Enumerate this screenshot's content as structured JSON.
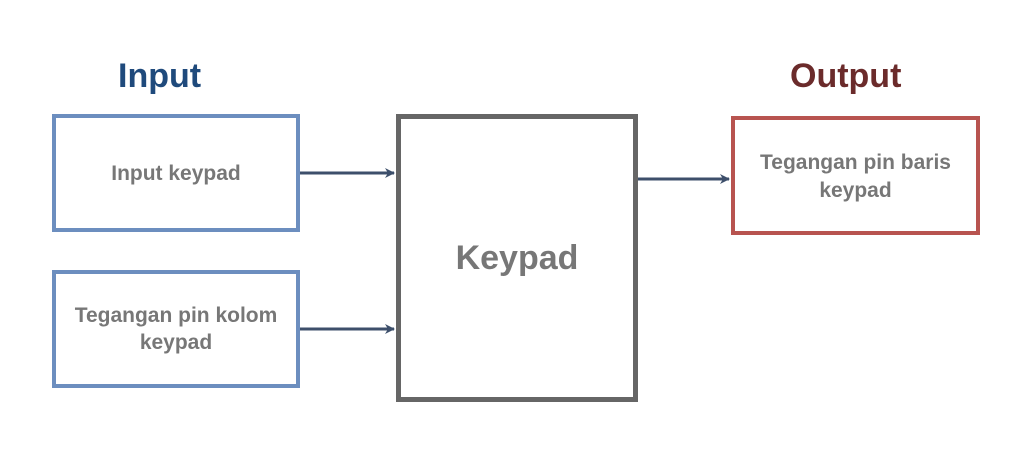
{
  "headings": {
    "input": "Input",
    "output": "Output"
  },
  "nodes": {
    "input_keypad": "Input keypad",
    "input_kolom": "Tegangan pin kolom\nkeypad",
    "keypad": "Keypad",
    "output": "Tegangan pin baris\nkeypad"
  },
  "colors": {
    "input_heading": "#1f4a7c",
    "output_heading": "#6b2b2b",
    "input_border": "#6c8ebf",
    "keypad_border": "#666666",
    "output_border": "#b85450",
    "arrow": "#3d4f6b",
    "node_text": "#777777"
  }
}
